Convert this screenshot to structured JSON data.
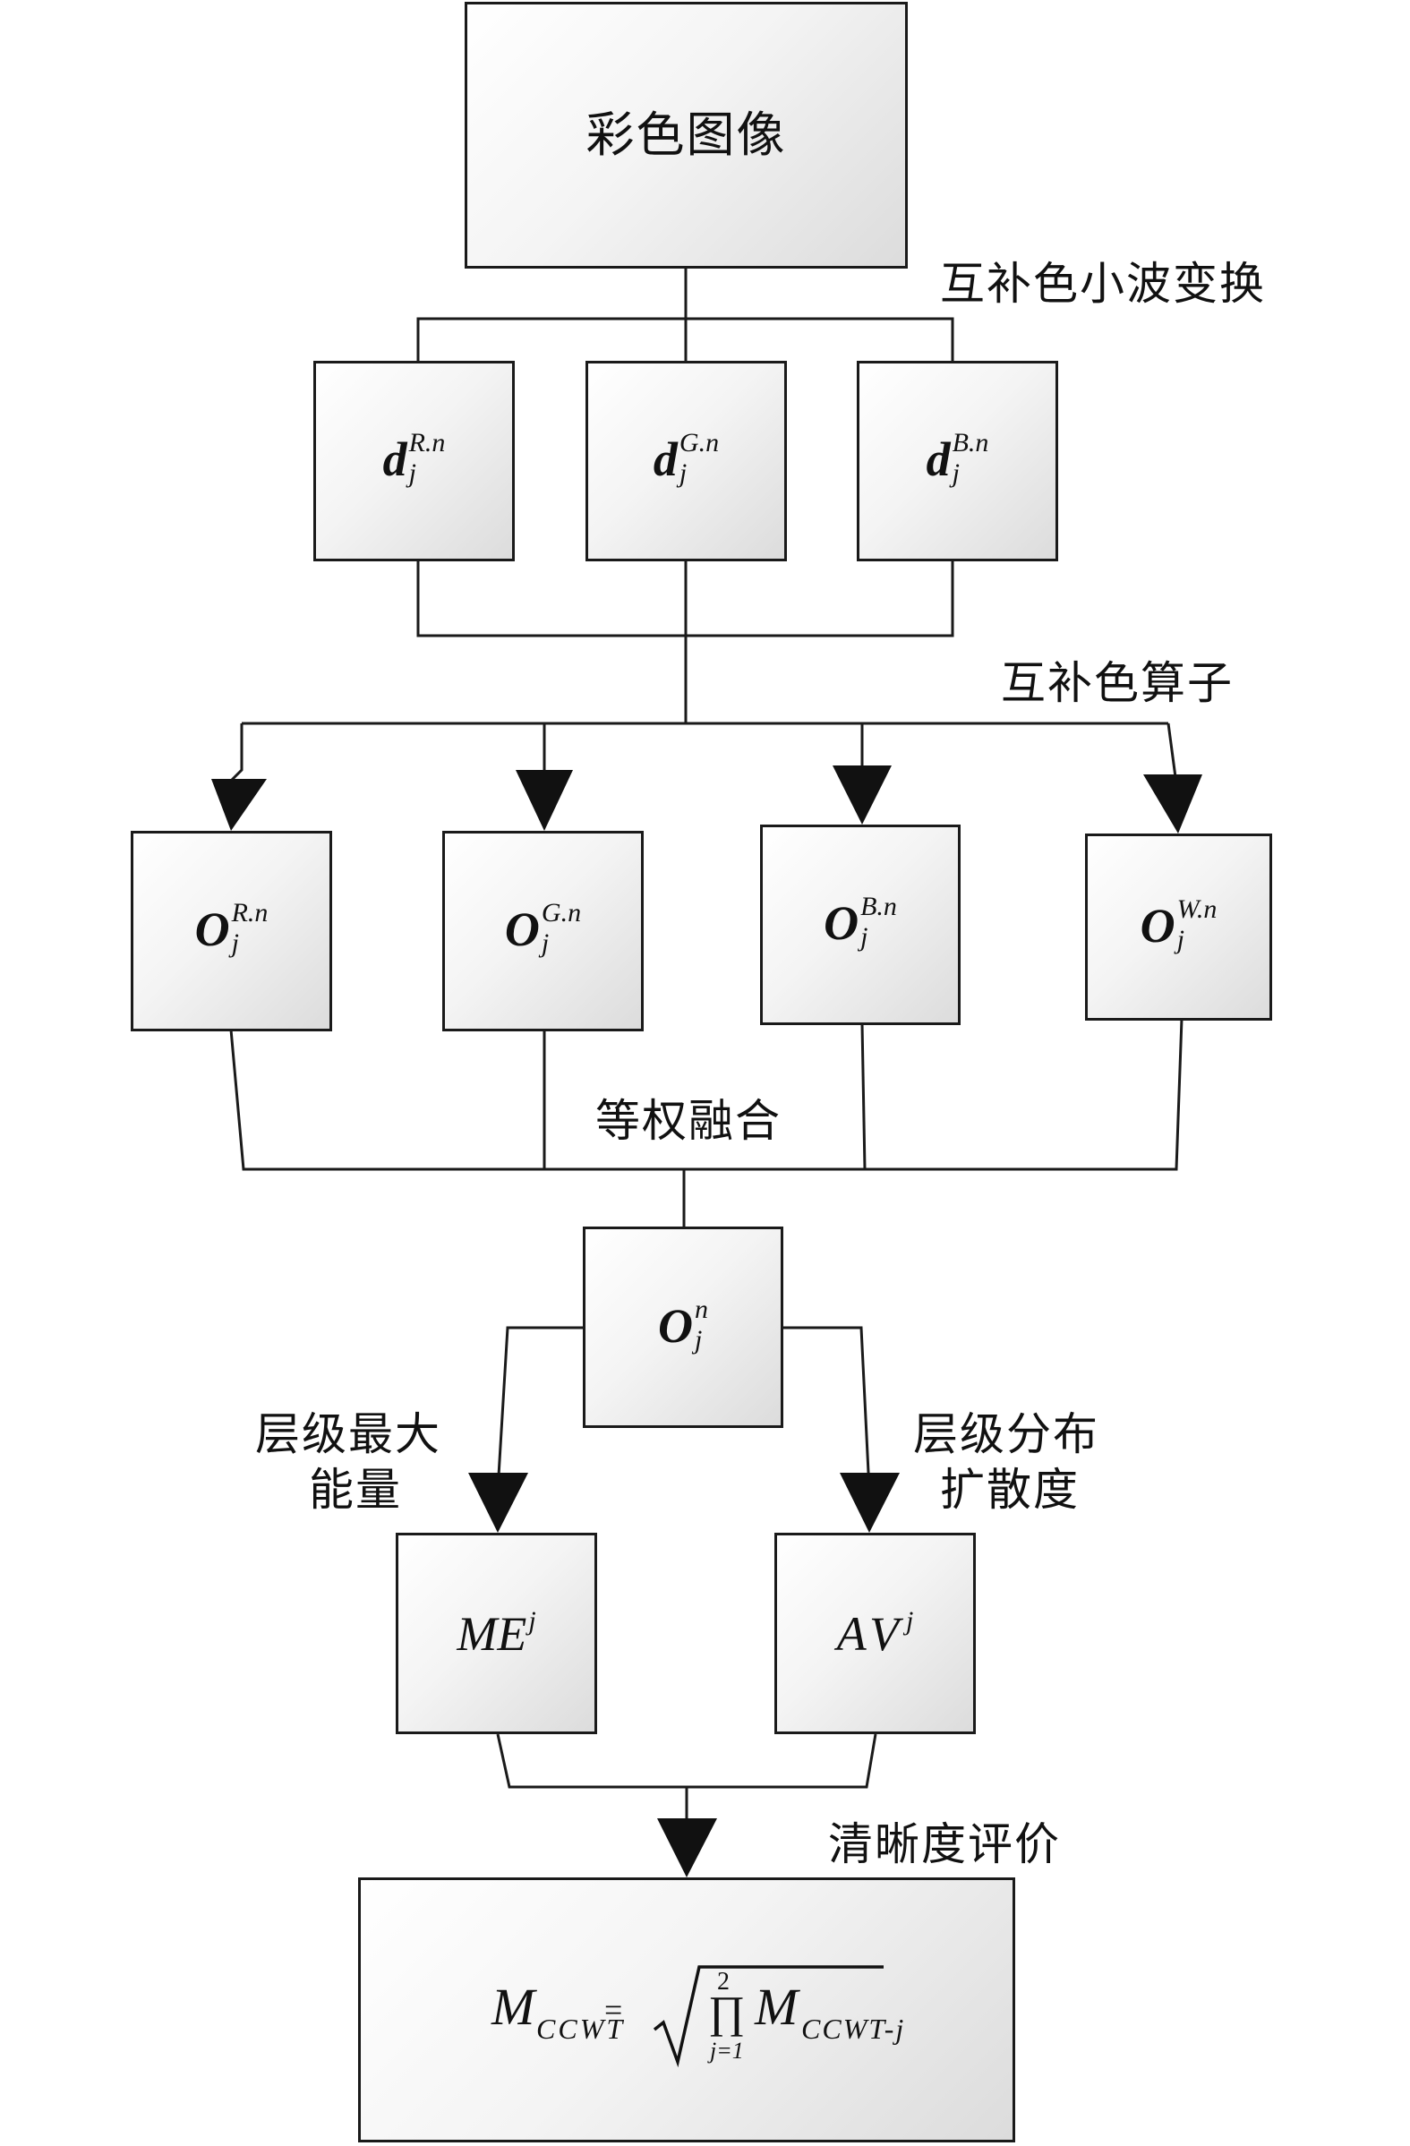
{
  "nodes": {
    "source": {
      "text": "彩色图像"
    },
    "d_r": {
      "base": "d",
      "sup": "R.n",
      "sub": "j"
    },
    "d_g": {
      "base": "d",
      "sup": "G.n",
      "sub": "j"
    },
    "d_b": {
      "base": "d",
      "sup": "B.n",
      "sub": "j"
    },
    "o_r": {
      "base": "O",
      "sup": "R.n",
      "sub": "j"
    },
    "o_g": {
      "base": "O",
      "sup": "G.n",
      "sub": "j"
    },
    "o_b": {
      "base": "O",
      "sup": "B.n",
      "sub": "j"
    },
    "o_w": {
      "base": "O",
      "sup": "W.n",
      "sub": "j"
    },
    "o_fused": {
      "base": "O",
      "sup": "n",
      "sub": "j"
    },
    "me": {
      "base": "ME",
      "sub": "j"
    },
    "av": {
      "base": "AV",
      "sub": "j"
    },
    "result": {
      "lhs": "M",
      "lhs_sub": "CCWT",
      "equals": "=",
      "prod_upper": "2",
      "prod_symbol": "∏",
      "prod_lower": "j=1",
      "rhs": "M",
      "rhs_sub": "CCWT-j"
    }
  },
  "edge_labels": {
    "wavelet": "互补色小波变换",
    "operator": "互补色算子",
    "fusion": "等权融合",
    "max_energy_line1": "层级最大",
    "max_energy_line2": "能量",
    "spread_line1": "层级分布",
    "spread_line2": "扩散度",
    "clarity": "清晰度评价"
  }
}
